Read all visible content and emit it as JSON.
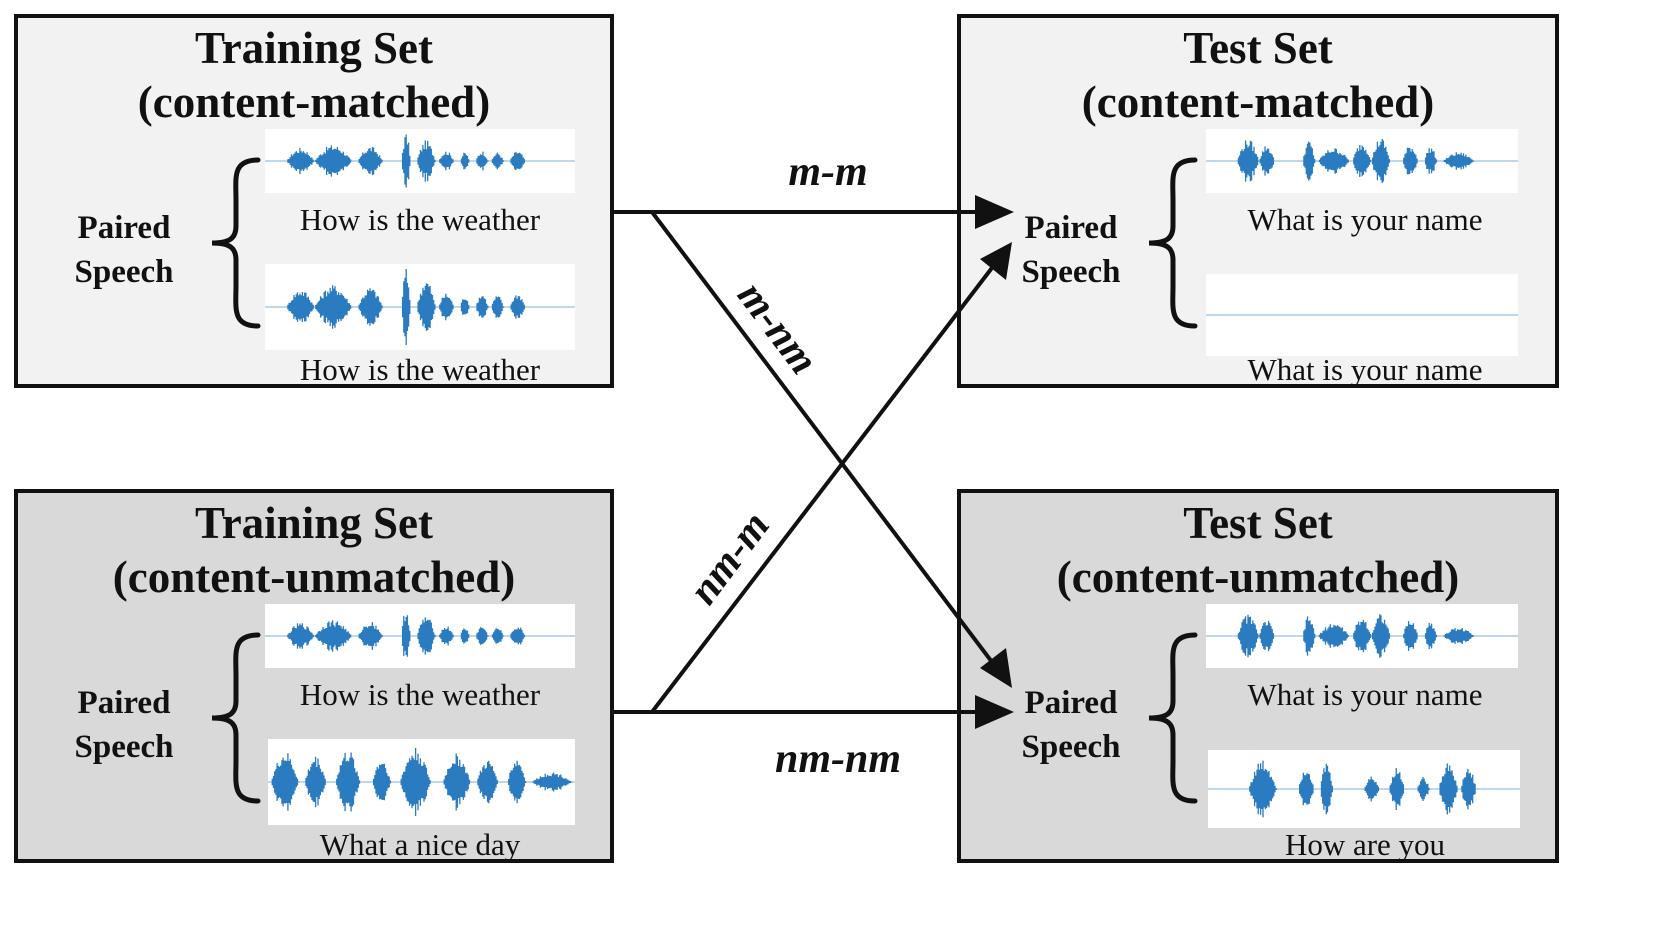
{
  "panels": {
    "train_matched": {
      "title_line1": "Training Set",
      "title_line2": "(content-matched)",
      "paired_line1": "Paired",
      "paired_line2": "Speech",
      "caption_top": "How is the weather",
      "caption_bottom": "How is the weather"
    },
    "test_matched": {
      "title_line1": "Test Set",
      "title_line2": "(content-matched)",
      "paired_line1": "Paired",
      "paired_line2": "Speech",
      "caption_top": "What is your name",
      "caption_bottom": "What is your name"
    },
    "train_unmatched": {
      "title_line1": "Training Set",
      "title_line2": "(content-unmatched)",
      "paired_line1": "Paired",
      "paired_line2": "Speech",
      "caption_top": "How is the weather",
      "caption_bottom": "What a nice day"
    },
    "test_unmatched": {
      "title_line1": "Test Set",
      "title_line2": "(content-unmatched)",
      "paired_line1": "Paired",
      "paired_line2": "Speech",
      "caption_top": "What is your name",
      "caption_bottom": "How are you"
    }
  },
  "arrows": {
    "m_m": "m-m",
    "m_nm": "m-nm",
    "nm_m": "nm-m",
    "nm_nm": "nm-nm"
  },
  "colors": {
    "waveform": "#2a7bbf",
    "panel_light": "#f2f2f2",
    "panel_dark": "#d9d9d9",
    "line": "#111111"
  }
}
